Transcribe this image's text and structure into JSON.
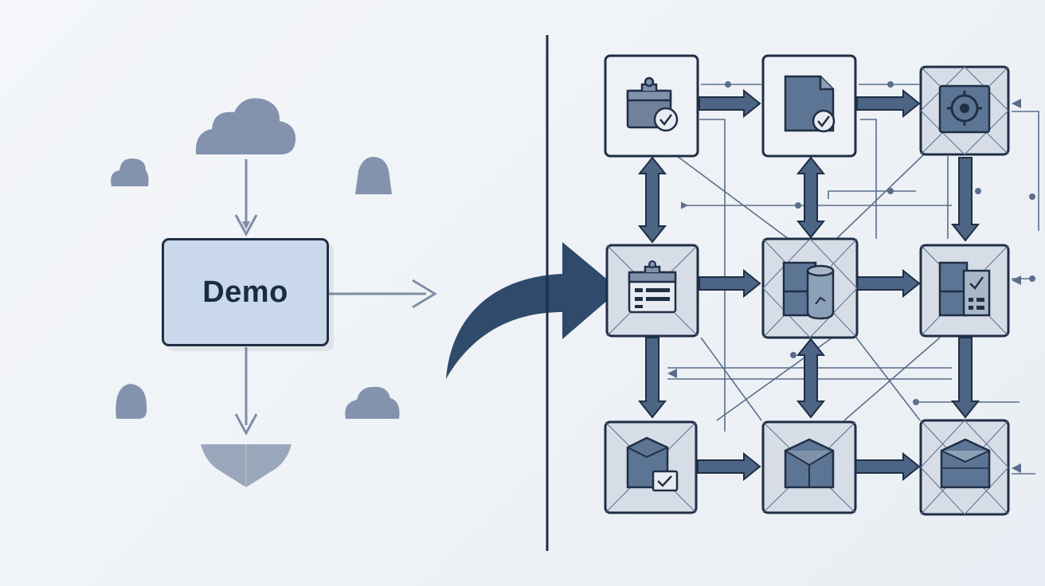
{
  "left_flow": {
    "main_node_label": "Demo"
  },
  "colors": {
    "background": "#eef2f6",
    "ink": "#1f2e45",
    "node_fill": "#c9d8ea",
    "muted_shape": "#8393ad",
    "arrow_light": "#7f8ea6",
    "transform_arrow": "#2f4a6b",
    "tile_fill": "#e4e8ee",
    "icon_fill": "#5d7595"
  },
  "grid": {
    "rows": 3,
    "columns": 3,
    "nodes": [
      {
        "id": "r1c1",
        "icon": "clipboard-check-icon"
      },
      {
        "id": "r1c2",
        "icon": "document-check-icon"
      },
      {
        "id": "r1c3",
        "icon": "target-settings-icon"
      },
      {
        "id": "r2c1",
        "icon": "id-card-clipboard-icon"
      },
      {
        "id": "r2c2",
        "icon": "database-chart-icon"
      },
      {
        "id": "r2c3",
        "icon": "spreadsheet-check-icon"
      },
      {
        "id": "r3c1",
        "icon": "package-check-icon"
      },
      {
        "id": "r3c2",
        "icon": "open-box-icon"
      },
      {
        "id": "r3c3",
        "icon": "cube-icon"
      }
    ]
  }
}
